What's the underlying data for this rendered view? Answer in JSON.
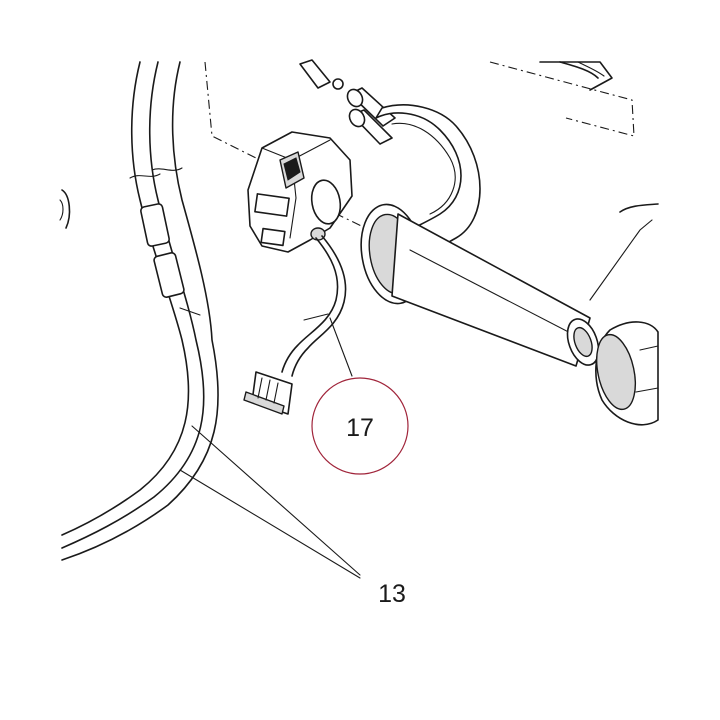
{
  "diagram": {
    "callouts": [
      {
        "id": "part-17",
        "label": "17",
        "highlighted": true
      },
      {
        "id": "part-13",
        "label": "13",
        "highlighted": false
      }
    ],
    "highlight_color": "#a0243a",
    "line_color": "#1a1a1a"
  }
}
